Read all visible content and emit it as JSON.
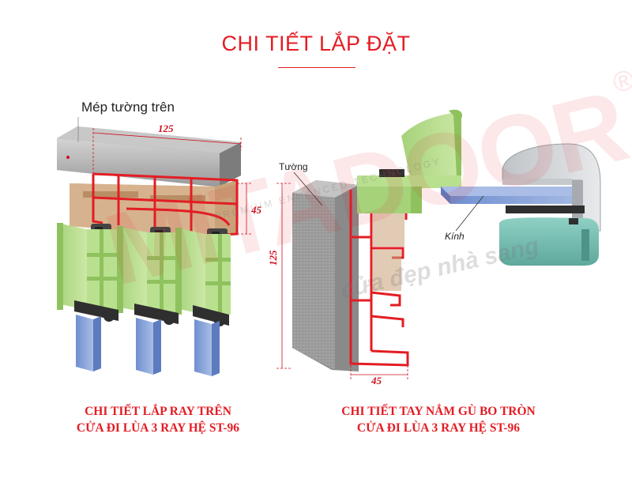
{
  "page": {
    "title": "CHI TIẾT LẮP ĐẶT"
  },
  "left_panel": {
    "label_wall_top": "Mép tường trên",
    "dim_width": "125",
    "dim_height": "45",
    "caption_line1": "CHI TIẾT LẮP RAY TRÊN",
    "caption_line2": "CỬA ĐI LÙA 3 RAY HỆ ST-96"
  },
  "right_panel": {
    "label_wall": "Tường",
    "label_glass": "Kính",
    "dim_height": "125",
    "dim_width": "45",
    "caption_line1": "CHI TIẾT TAY NẮM GÙ BO TRÒN",
    "caption_line2": "CỬA ĐI LÙA 3 RAY HỆ ST-96"
  },
  "watermark": {
    "brand": "MITADOOR",
    "registered": "®",
    "slogan": "cửa đẹp nhà sang",
    "line": "PREMIUM  ENHANCED  TECHNOLOGY"
  },
  "colors": {
    "accent_red": "#e31d24",
    "profile_green": "#b8dc8c",
    "wall_gray": "#a8a8a8",
    "wood_tan": "#c9a27a",
    "glass_blue": "#8fa8d8",
    "teal_profile": "#7fbfb5"
  }
}
